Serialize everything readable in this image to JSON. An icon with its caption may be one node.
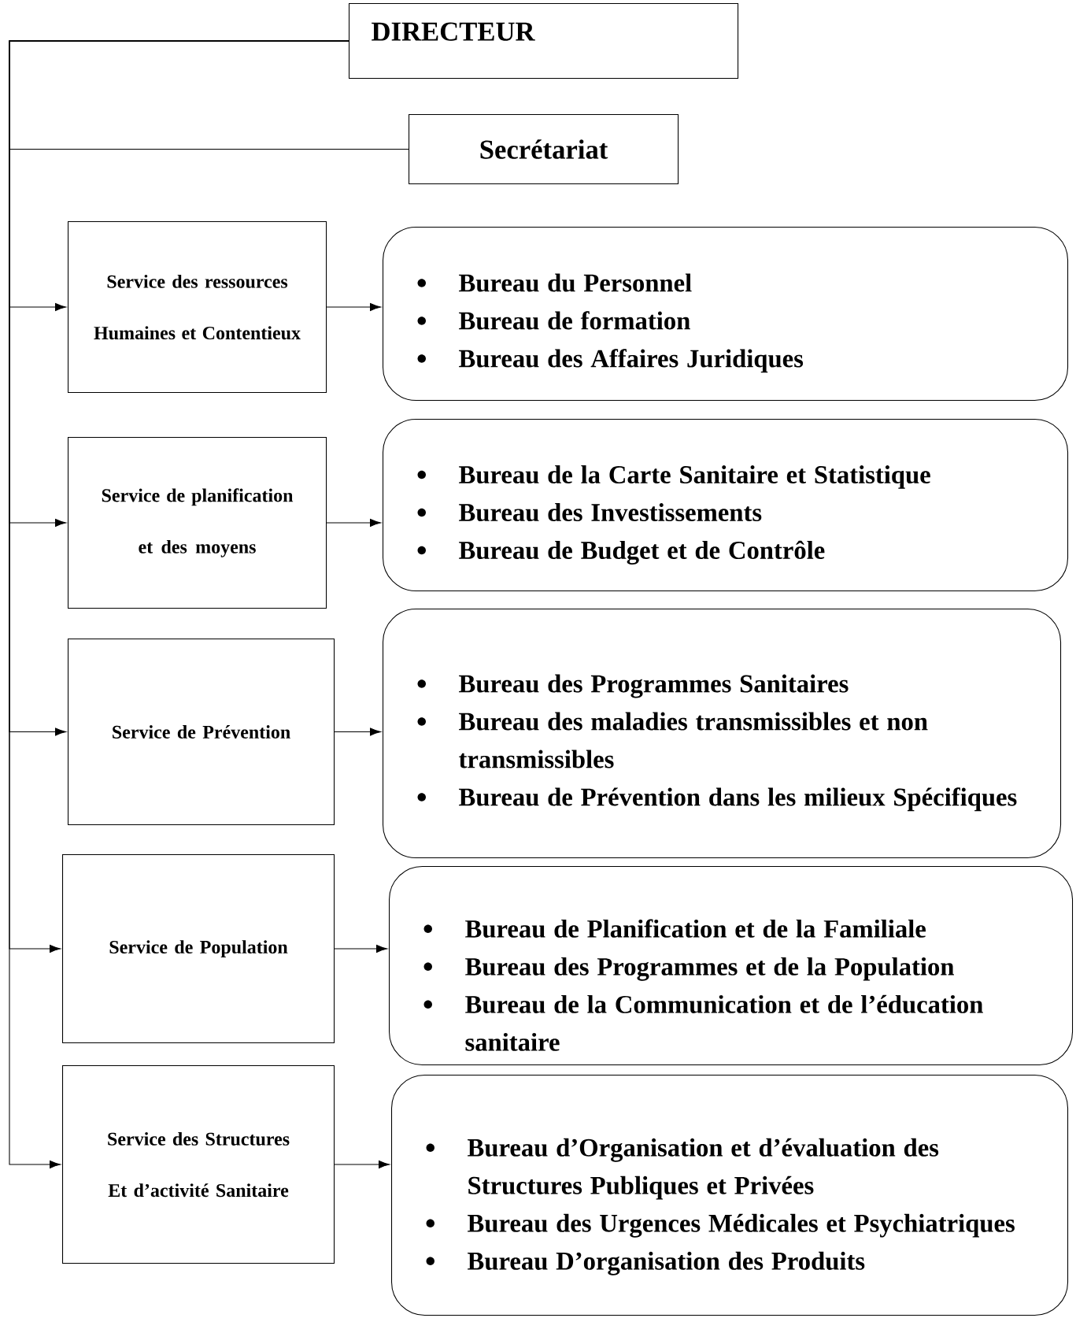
{
  "diagram": {
    "nodes": [
      {
        "text": [
          "DIRECTEUR"
        ]
      },
      {
        "text": [
          "Secrétariat"
        ]
      },
      {
        "text": [
          "Service des ressources Humaines et Contentieux"
        ]
      },
      {
        "text": [
          "Bureau du Personnel",
          "Bureau de formation",
          "Bureau des Affaires Juridiques"
        ]
      },
      {
        "text": [
          "Service de planification et des moyens"
        ]
      },
      {
        "text": [
          "Bureau de la Carte Sanitaire et Statistique",
          "Bureau des Investissements",
          "Bureau de Budget et de Contrôle"
        ]
      },
      {
        "text": [
          "Service de Prévention"
        ]
      },
      {
        "text": [
          "Bureau des Programmes Sanitaires",
          "Bureau des maladies transmissibles et non transmissibles",
          "Bureau de Prévention dans les milieux Spécifiques"
        ]
      },
      {
        "text": [
          "Service de Population"
        ]
      },
      {
        "text": [
          "Bureau de Planification et de la Familiale",
          "Bureau des Programmes et de la Population",
          "Bureau de la Communication et de l’éducation sanitaire"
        ]
      },
      {
        "text": [
          "Service des Structures Et d’activité Sanitaire"
        ]
      },
      {
        "text": [
          "Bureau d’Organisation et d’évaluation des Structures Publiques et Privées",
          "Bureau des Urgences Médicales et Psychiatriques",
          "Bureau D’organisation des Produits"
        ]
      }
    ],
    "edges": [
      {
        "from": 0,
        "to": 1,
        "arrow": "none"
      },
      {
        "from": 0,
        "to": 2,
        "arrow": "to"
      },
      {
        "from": 0,
        "to": 4,
        "arrow": "to"
      },
      {
        "from": 0,
        "to": 6,
        "arrow": "to"
      },
      {
        "from": 0,
        "to": 8,
        "arrow": "to"
      },
      {
        "from": 0,
        "to": 10,
        "arrow": "to"
      },
      {
        "from": 2,
        "to": 3,
        "arrow": "to"
      },
      {
        "from": 4,
        "to": 5,
        "arrow": "to"
      },
      {
        "from": 6,
        "to": 7,
        "arrow": "to"
      },
      {
        "from": 8,
        "to": 9,
        "arrow": "to"
      },
      {
        "from": 10,
        "to": 11,
        "arrow": "to"
      }
    ]
  }
}
